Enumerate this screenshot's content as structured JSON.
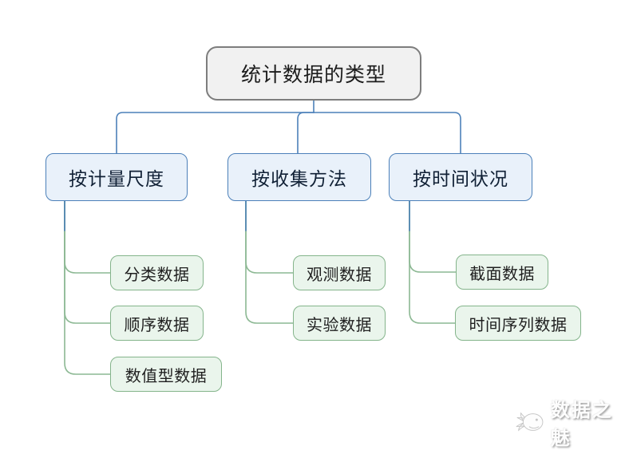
{
  "diagram": {
    "root": {
      "label": "统计数据的类型"
    },
    "branches": [
      {
        "label": "按计量尺度",
        "children": [
          {
            "label": "分类数据"
          },
          {
            "label": "顺序数据"
          },
          {
            "label": "数值型数据"
          }
        ]
      },
      {
        "label": "按收集方法",
        "children": [
          {
            "label": "观测数据"
          },
          {
            "label": "实验数据"
          }
        ]
      },
      {
        "label": "按时间状况",
        "children": [
          {
            "label": "截面数据"
          },
          {
            "label": "时间序列数据"
          }
        ]
      }
    ],
    "colors": {
      "root_fill": "#f1f1f1",
      "root_border": "#7d7d7d",
      "level2_fill": "#e9f1fa",
      "level2_border": "#4c80b9",
      "level3_fill": "#eaf5ec",
      "level3_border": "#84b48b",
      "connector_blue": "#4c80b9",
      "connector_green": "#8cb893"
    }
  },
  "watermark": {
    "text": "数据之魅"
  }
}
